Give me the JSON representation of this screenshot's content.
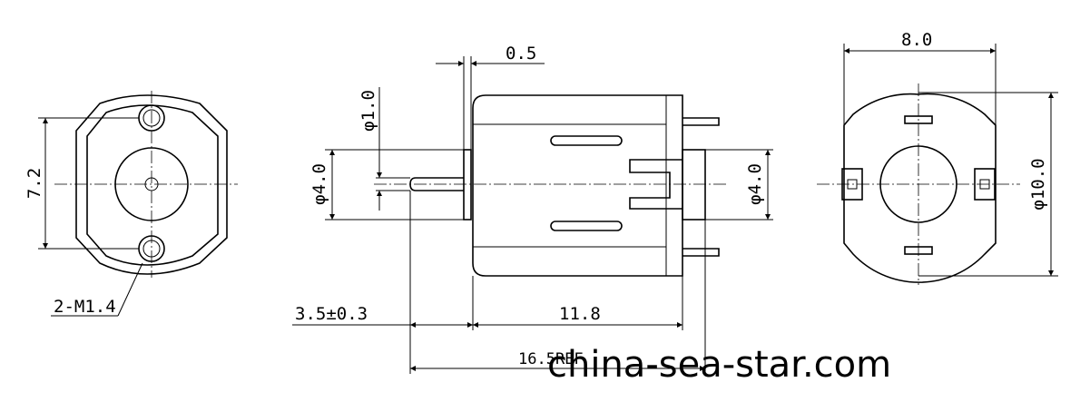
{
  "dimensions": {
    "left_height": "7.2",
    "hole_callout": "2-M1.4",
    "shaft_dia": "φ1.0",
    "boss_dia_left": "φ4.0",
    "flange_thickness": "0.5",
    "boss_dia_right": "φ4.0",
    "shaft_length": "3.5±0.3",
    "body_length": "11.8",
    "total_length": "16.5REF",
    "right_width": "8.0",
    "right_height": "φ10.0"
  },
  "watermark": "china-sea-star.com"
}
